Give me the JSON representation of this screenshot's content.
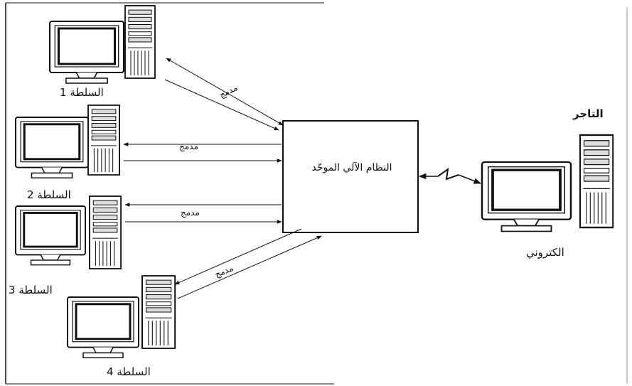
{
  "diagram": {
    "central_system": "النظام الآلي الموحّد",
    "merchant_title": "التاجر",
    "merchant_caption": "الكتروني",
    "authorities": [
      {
        "label": "السلطة 1"
      },
      {
        "label": "السلطة 2"
      },
      {
        "label": "السلطة 3"
      },
      {
        "label": "السلطة 4"
      }
    ],
    "flow_labels": [
      "مدمج",
      "مدمج",
      "مدمج",
      "مدمج"
    ]
  }
}
